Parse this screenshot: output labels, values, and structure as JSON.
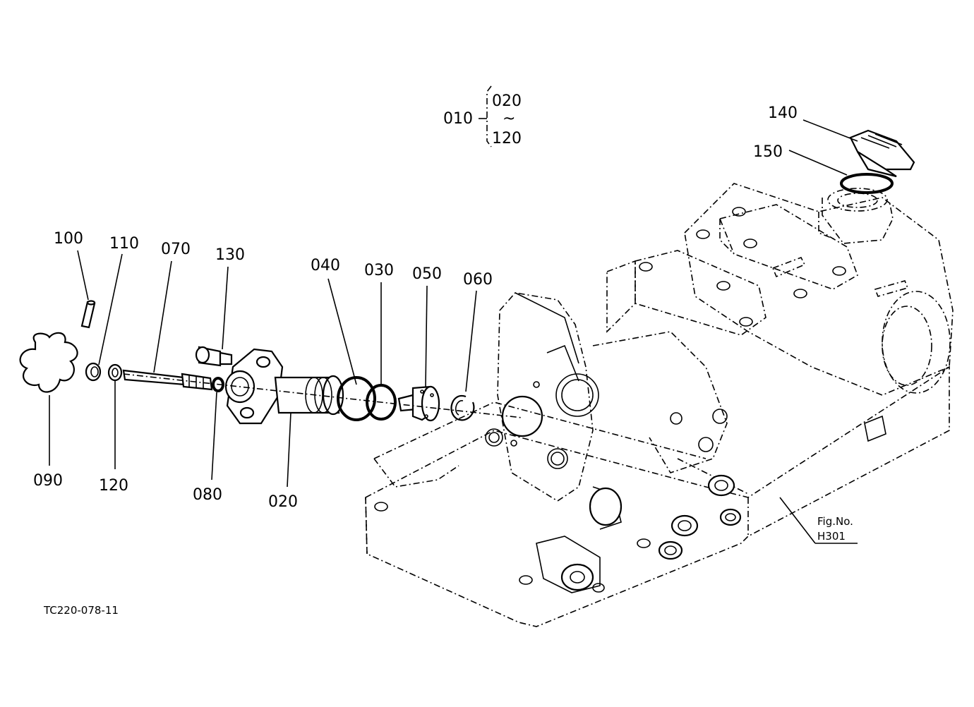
{
  "figure": {
    "code": "TC220-078-11",
    "assembly": {
      "parent": "010",
      "from": "020",
      "range_mark": "~",
      "to": "120"
    },
    "reference": {
      "label": "Fig.No.",
      "number": "H301"
    }
  },
  "parts": {
    "p010": "010",
    "p020": "020",
    "p030": "030",
    "p040": "040",
    "p050": "050",
    "p060": "060",
    "p070": "070",
    "p080": "080",
    "p090": "090",
    "p100": "100",
    "p110": "110",
    "p120": "120",
    "p130": "130",
    "p140": "140",
    "p150": "150"
  }
}
